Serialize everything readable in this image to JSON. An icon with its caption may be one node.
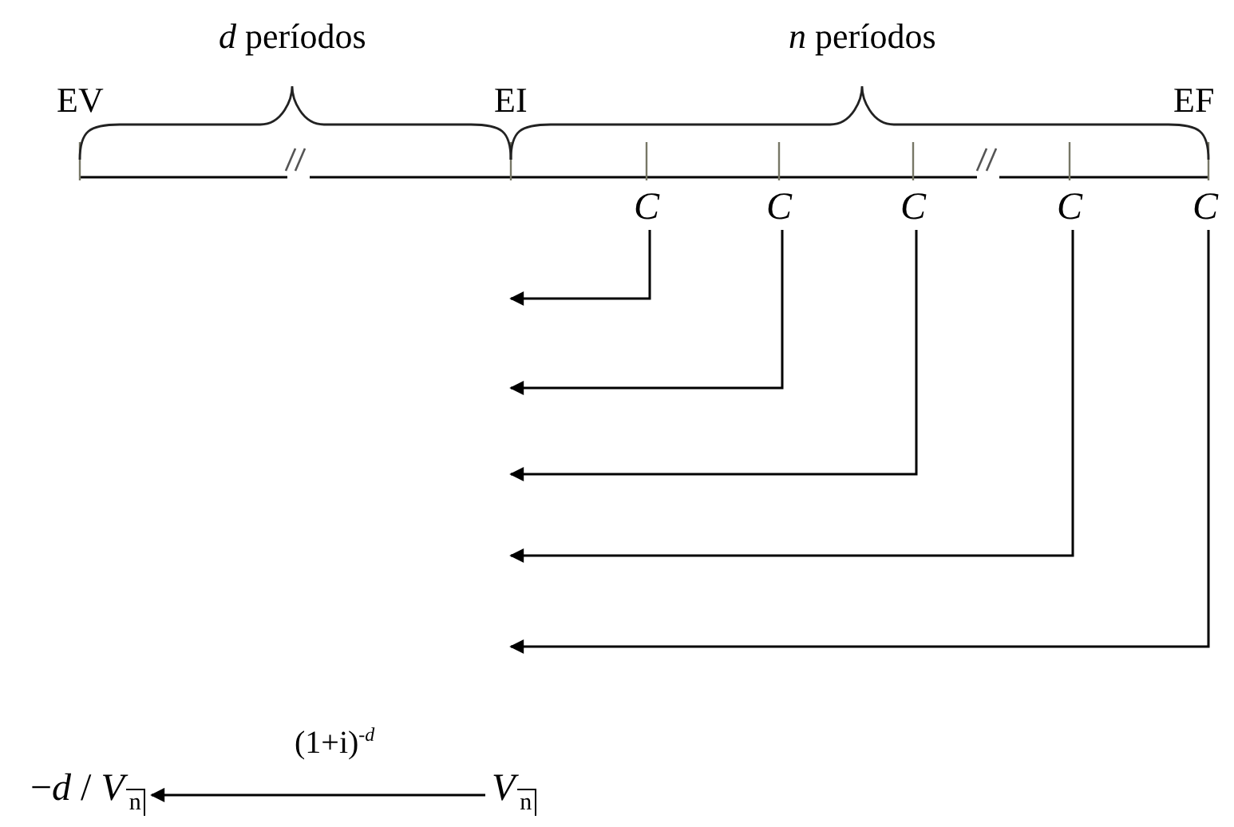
{
  "diagram": {
    "nodes": [
      {
        "text": [
          "C"
        ]
      },
      {
        "text": [
          "C"
        ]
      },
      {
        "text": [
          "C"
        ]
      },
      {
        "text": [
          "C"
        ]
      },
      {
        "text": [
          "C"
        ]
      },
      {
        "text": [
          "−*d* / *V*$_{n}$"
        ]
      },
      {
        "text": [
          "*V*$_{n}$"
        ]
      }
    ],
    "edges": [
      {
        "from": 0,
        "to": null,
        "arrow": "to"
      },
      {
        "from": 1,
        "to": null,
        "arrow": "to"
      },
      {
        "from": 2,
        "to": null,
        "arrow": "to"
      },
      {
        "from": 3,
        "to": null,
        "arrow": "to"
      },
      {
        "from": 4,
        "to": null,
        "arrow": "to"
      },
      {
        "from": 6,
        "to": 5,
        "arrow": "to",
        "label": "(1+i)$^{-d}$"
      }
    ],
    "labels": [
      "*d* períodos",
      "*n* períodos",
      "EV",
      "EI",
      "EF"
    ]
  }
}
